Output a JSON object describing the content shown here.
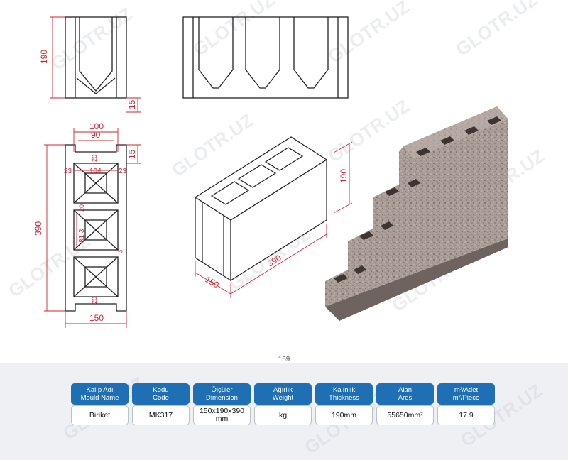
{
  "drawing": {
    "top_left_view": {
      "height_label": "190",
      "bottom_label": "15"
    },
    "plan_view": {
      "top_outer_label": "100",
      "top_inner_label": "90",
      "right_label": "15",
      "left_label": "390",
      "bottom_label": "150",
      "cavity_label": "104",
      "web_label_left": "23",
      "web_label_right": "23",
      "side_label": "81.3",
      "web_label_a": "20",
      "web_label_b": "20",
      "web_label_c": "20",
      "angle_label": "5"
    },
    "iso_view": {
      "height_label": "190",
      "length_label": "390",
      "width_label": "150"
    },
    "watermark": "GLOTR.UZ"
  },
  "page_number": "159",
  "table": {
    "columns": [
      {
        "header_line1": "Kalıp Adı",
        "header_line2": "Mould Name",
        "value": "Biriket"
      },
      {
        "header_line1": "Kodu",
        "header_line2": "Code",
        "value": "MK317"
      },
      {
        "header_line1": "Ölçüler",
        "header_line2": "Dimension",
        "value": "150x190x390 mm"
      },
      {
        "header_line1": "Ağırlık",
        "header_line2": "Weight",
        "value": "kg"
      },
      {
        "header_line1": "Kalınlık",
        "header_line2": "Thickness",
        "value": "190mm"
      },
      {
        "header_line1": "Alan",
        "header_line2": "Ares",
        "value": "55650mm²"
      },
      {
        "header_line1": "m²/Adet",
        "header_line2": "m²/Piece",
        "value": "17.9"
      }
    ]
  },
  "colors": {
    "header_blue": "#1f6fb4",
    "dimension_red": "#d6232e",
    "block_grey": "#a89a95"
  }
}
